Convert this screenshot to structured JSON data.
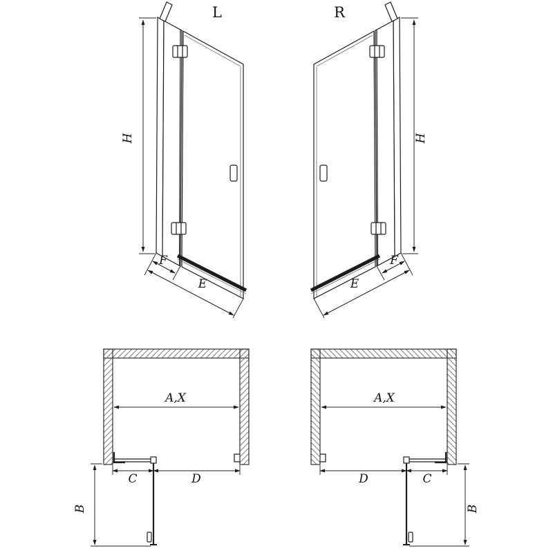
{
  "page": {
    "background": "#ffffff",
    "line_color": "#1c1c1c",
    "hatch_color": "#7d7d7d"
  },
  "iso_left": {
    "variant": "L",
    "height_label": "H",
    "fixed_width_label": "F",
    "door_width_label": "E"
  },
  "iso_right": {
    "variant": "R",
    "height_label": "H",
    "fixed_width_label": "F",
    "door_width_label": "E"
  },
  "plan_left": {
    "niche_width_label": "A,X",
    "fixed_label": "C",
    "opening_label": "D",
    "swing_label": "B"
  },
  "plan_right": {
    "niche_width_label": "A,X",
    "fixed_label": "C",
    "opening_label": "D",
    "swing_label": "B"
  }
}
